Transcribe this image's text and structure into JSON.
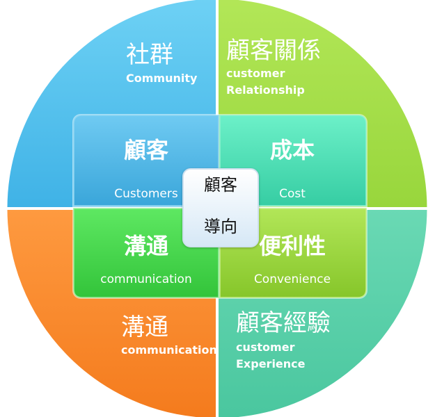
{
  "quadrants": {
    "top_left": {
      "zh": "社群",
      "en": "Community",
      "color": "#5ec8ef"
    },
    "top_right": {
      "zh": "顧客關係",
      "en_line1": "customer",
      "en_line2": "Relationship",
      "color": "#a8e04c"
    },
    "bottom_left": {
      "zh": "溝通",
      "en": "communication",
      "color": "#fb8a2e"
    },
    "bottom_right": {
      "zh": "顧客經驗",
      "en_line1": "customer",
      "en_line2": "Experience",
      "color": "#5cd3ac"
    }
  },
  "inner": {
    "top_left": {
      "zh": "顧客",
      "en": "Customers",
      "color": "#4ab8e6"
    },
    "top_right": {
      "zh": "成本",
      "en": "Cost",
      "color": "#4ce3b7"
    },
    "bottom_left": {
      "zh": "溝通",
      "en": "communication",
      "color": "#4fdc54"
    },
    "bottom_right": {
      "zh": "便利性",
      "en": "Convenience",
      "color": "#9ad93a"
    }
  },
  "center": {
    "line1": "顧客",
    "line2": "導向"
  }
}
